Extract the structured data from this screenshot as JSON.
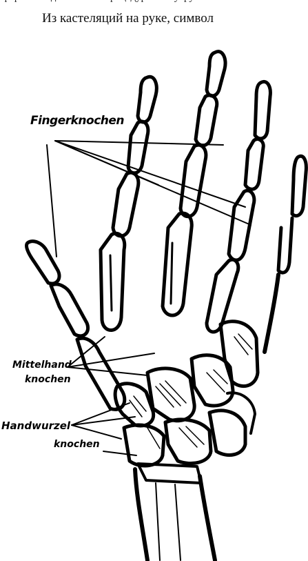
{
  "page": {
    "top_line_fragment": "ереработка дыхательно процедуре ни с утру",
    "body_text": "Из кастеляций на руке, символ"
  },
  "figure": {
    "labels": {
      "finger_bones": "Fingerknochen",
      "metacarpal_line1": "Mittelhand",
      "metacarpal_line2": "knochen",
      "carpal_line1": "Handwurzel",
      "carpal_line2": "knochen"
    }
  }
}
